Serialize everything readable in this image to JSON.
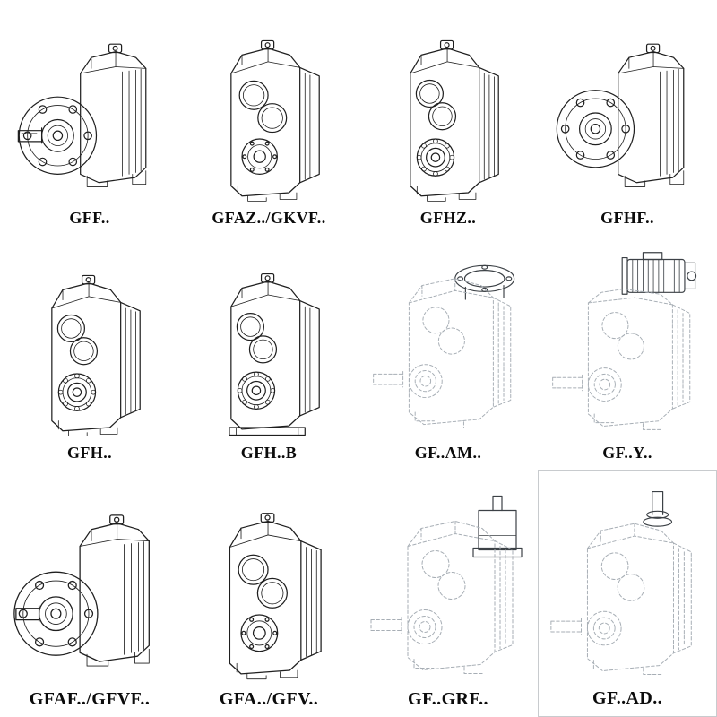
{
  "colors": {
    "line": "#1f1f1f",
    "phantom": "#a7aeb5",
    "background": "#ffffff"
  },
  "cells": [
    {
      "label": "GFF..",
      "drawing": "gearbox-output-flange-solid"
    },
    {
      "label": "GFAZ../GKVF..",
      "drawing": "gearbox-face-bores-solid"
    },
    {
      "label": "GFHZ..",
      "drawing": "gearbox-hollow-shaft-bearing-solid"
    },
    {
      "label": "GFHF..",
      "drawing": "gearbox-output-flange-solid"
    },
    {
      "label": "GFH..",
      "drawing": "gearbox-hollow-shaft-bearing-solid"
    },
    {
      "label": "GFH..B",
      "drawing": "gearbox-hollow-shaft-base-solid"
    },
    {
      "label": "GF..AM..",
      "drawing": "gearbox-phantom-input-flange-top"
    },
    {
      "label": "GF..Y..",
      "drawing": "gearbox-phantom-motor-mounted"
    },
    {
      "label": "GFAF../GFVF..",
      "drawing": "gearbox-output-flange-solid"
    },
    {
      "label": "GFA../GFV..",
      "drawing": "gearbox-face-bores-solid"
    },
    {
      "label": "GF..GRF..",
      "drawing": "gearbox-phantom-input-adapter"
    },
    {
      "label": "GF..AD..",
      "drawing": "gearbox-phantom-input-shaft-top"
    }
  ]
}
